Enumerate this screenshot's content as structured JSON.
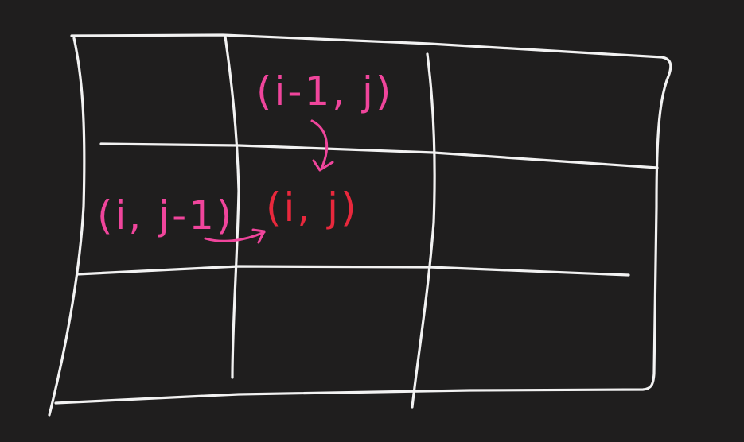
{
  "labels": {
    "top_neighbor": "(i-1, j)",
    "left_neighbor": "(i, j-1)",
    "current_cell": "(i, j)"
  },
  "colors": {
    "background": "#1f1e1e",
    "grid": "#f2f2f2",
    "neighbor": "#f0459c",
    "current": "#e8283c"
  }
}
